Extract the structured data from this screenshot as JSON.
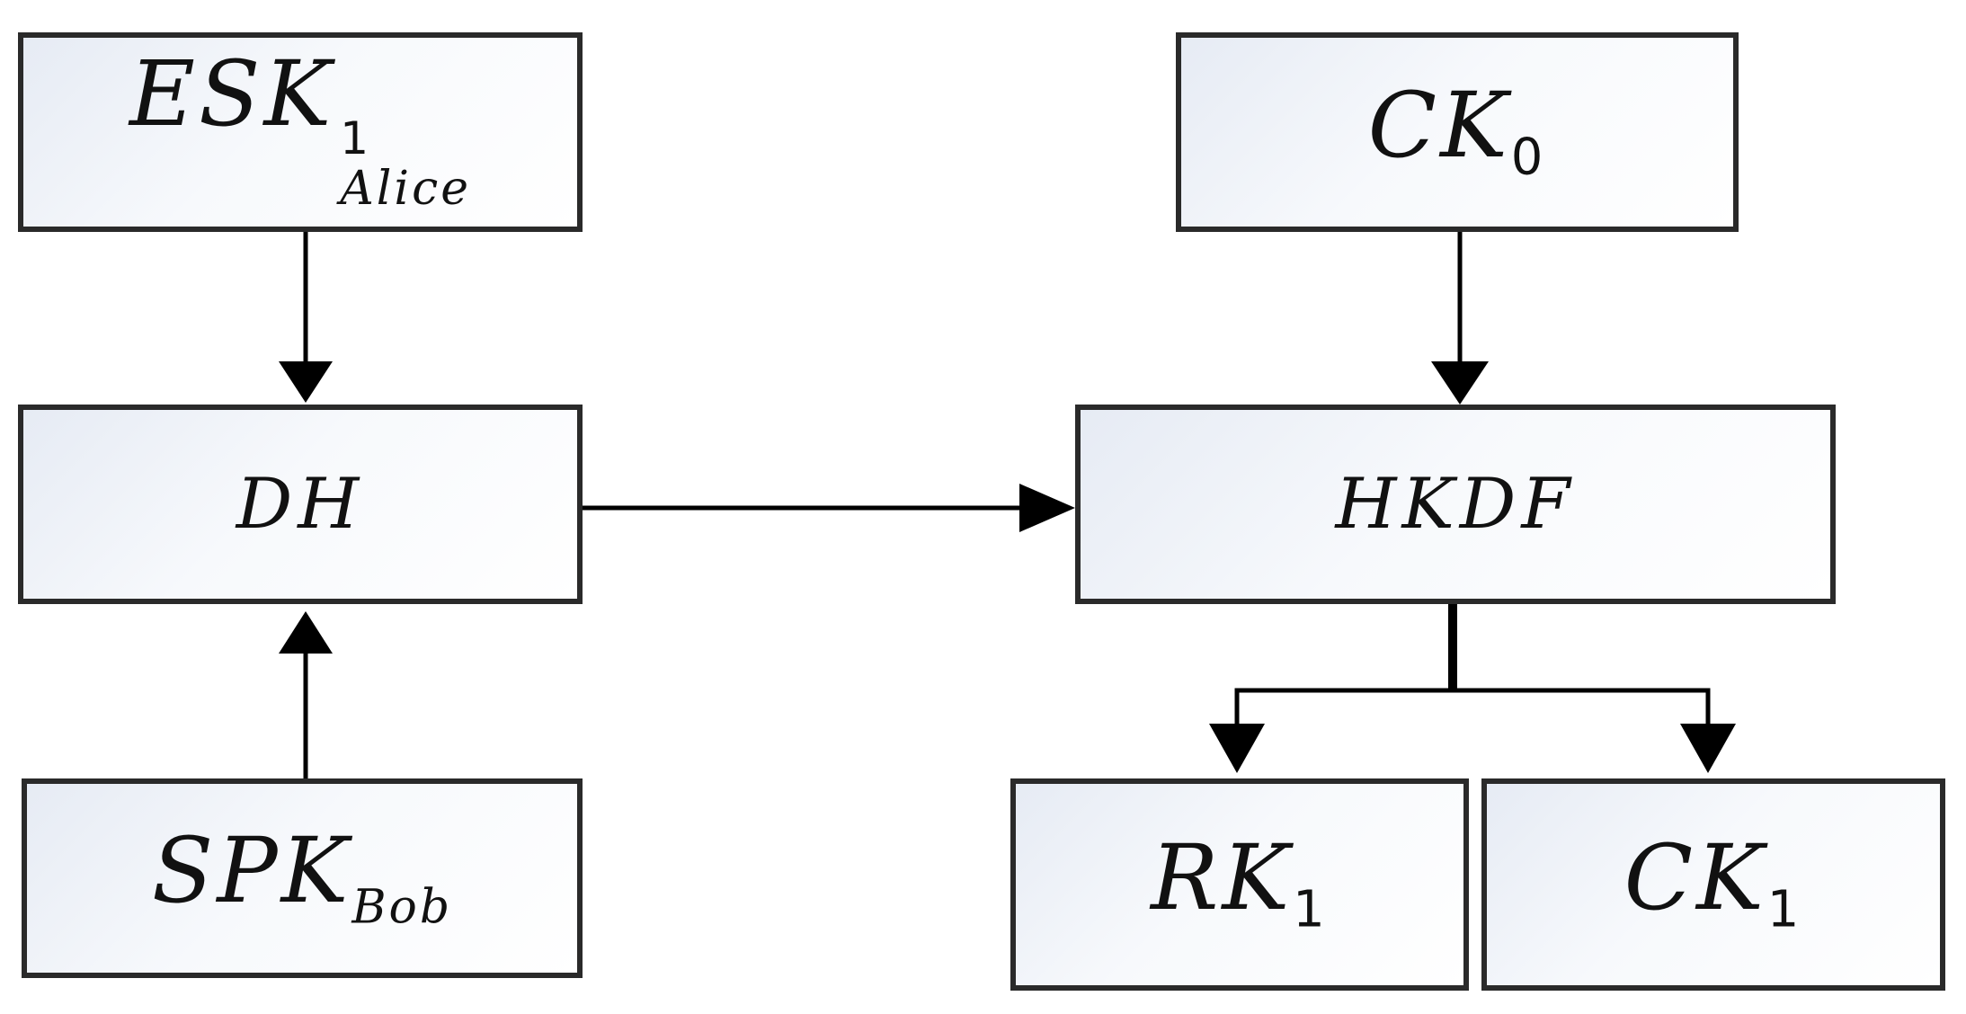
{
  "nodes": {
    "esk": {
      "main": "ESK",
      "sup": "1",
      "sub": "Alice"
    },
    "dh": {
      "main": "DH"
    },
    "spk": {
      "main": "SPK",
      "sub": "Bob"
    },
    "ck0": {
      "main": "CK",
      "sub": "0"
    },
    "hkdf": {
      "main": "HKDF"
    },
    "rk1": {
      "main": "RK",
      "sub": "1"
    },
    "ck1": {
      "main": "CK",
      "sub": "1"
    }
  },
  "colors": {
    "border": "#2a2a2a",
    "line": "#000000",
    "fill_light": "#e6ebf4"
  }
}
